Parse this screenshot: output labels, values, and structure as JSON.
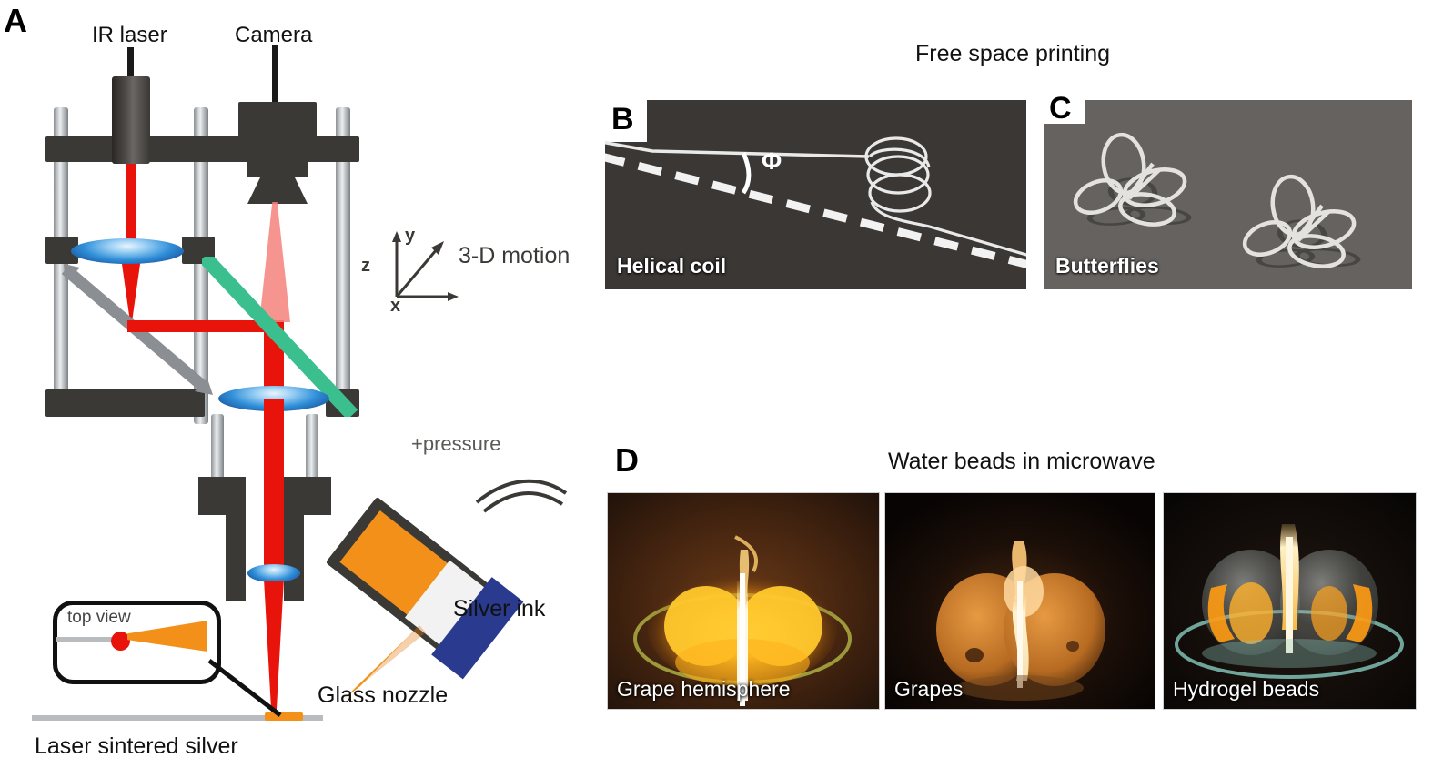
{
  "figure": {
    "panels": [
      {
        "letter": "A",
        "labels": {
          "ir_laser": "IR laser",
          "camera": "Camera",
          "motion": "3-D motion",
          "axis_x": "x",
          "axis_y": "y",
          "axis_z": "z",
          "pressure": "+pressure",
          "silver_ink": "Silver ink",
          "glass_nozzle": "Glass nozzle",
          "laser_sintered_silver": "Laser sintered silver",
          "top_view": "top view"
        }
      },
      {
        "letter": "B",
        "title": "Free space printing",
        "caption": "Helical coil",
        "angle_symbol": "Φ"
      },
      {
        "letter": "C",
        "caption": "Butterflies"
      },
      {
        "letter": "D",
        "title": "Water beads in microwave",
        "images": [
          {
            "caption": "Grape hemisphere"
          },
          {
            "caption": "Grapes"
          },
          {
            "caption": "Hydrogel beads"
          }
        ]
      }
    ]
  },
  "colors": {
    "laser_beam": "#e8140c",
    "lens_blue": "#2f8fd8",
    "ink_orange": "#f39019",
    "syringe_blue": "#2a3a8f",
    "frame_dark": "#3b3936",
    "rail_grey": "#b7bbbe",
    "green_beam": "#3cbf8e",
    "panel_b_bg": "#3a3734",
    "panel_c_bg": "#656260"
  }
}
